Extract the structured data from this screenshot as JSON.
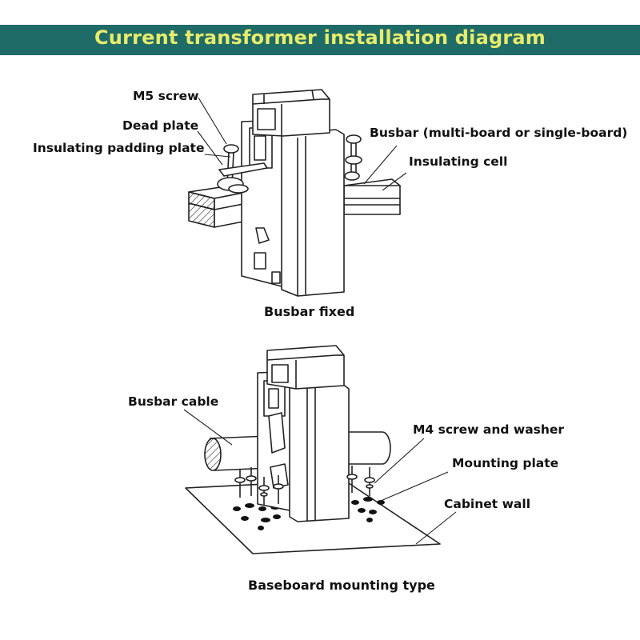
{
  "title": "Current transformer installation diagram",
  "colors": {
    "banner": "#1f6b68",
    "title_text": "#e8ec6a"
  },
  "top_diagram": {
    "caption": "Busbar fixed",
    "labels": {
      "m5_screw": "M5 screw",
      "dead_plate": "Dead plate",
      "insulating_padding_plate": "Insulating padding plate",
      "busbar": "Busbar (multi-board or single-board)",
      "insulating_cell": "Insulating cell"
    }
  },
  "bottom_diagram": {
    "caption": "Baseboard mounting type",
    "labels": {
      "busbar_cable": "Busbar cable",
      "m4_screw": "M4 screw and washer",
      "mounting_plate": "Mounting plate",
      "cabinet_wall": "Cabinet wall"
    }
  }
}
